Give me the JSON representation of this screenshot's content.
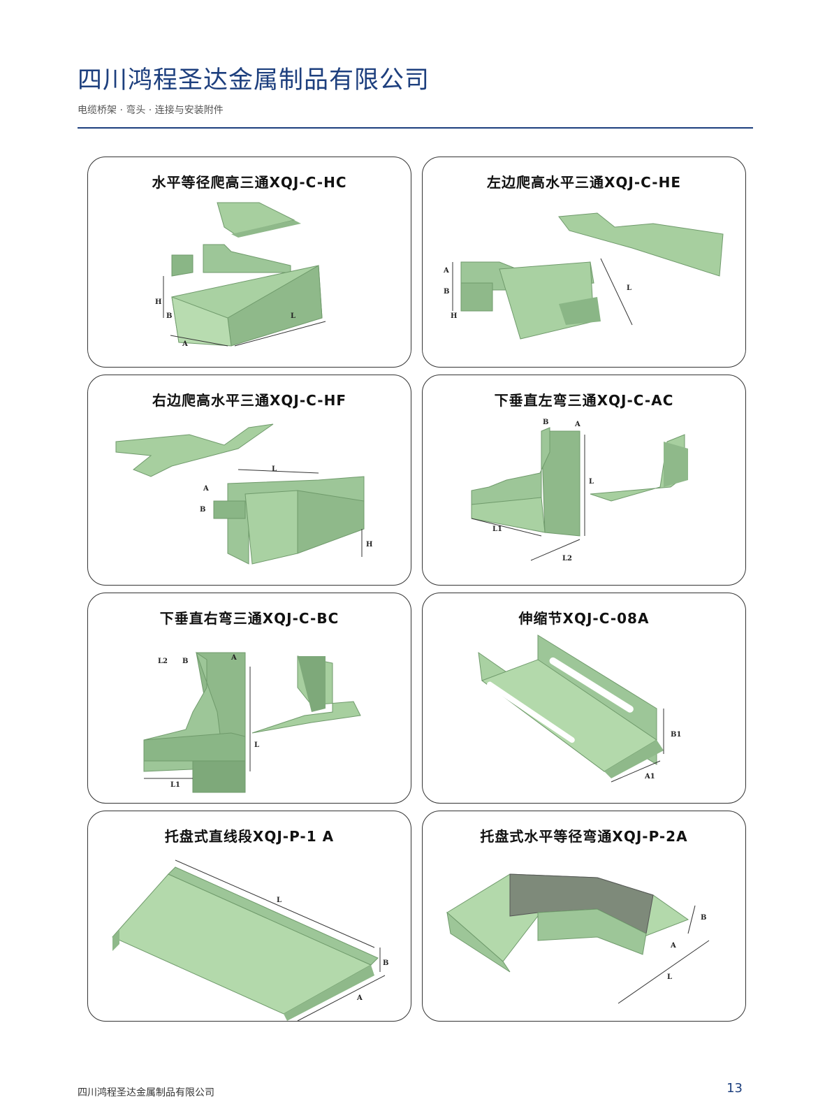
{
  "header": {
    "company": "四川鸿程圣达金属制品有限公司",
    "subtitle": "电缆桥架 · 弯头 · 连接与安装附件"
  },
  "products": [
    {
      "title": "水平等径爬高三通XQJ-C-HC",
      "dims": [
        "H",
        "B",
        "A",
        "L"
      ]
    },
    {
      "title": "左边爬高水平三通XQJ-C-HE",
      "dims": [
        "A",
        "B",
        "H",
        "L"
      ]
    },
    {
      "title": "右边爬高水平三通XQJ-C-HF",
      "dims": [
        "A",
        "B",
        "L",
        "H"
      ]
    },
    {
      "title": "下垂直左弯三通XQJ-C-AC",
      "dims": [
        "B",
        "A",
        "L",
        "L1",
        "L2"
      ]
    },
    {
      "title": "下垂直右弯三通XQJ-C-BC",
      "dims": [
        "L2",
        "B",
        "A",
        "L",
        "L1"
      ]
    },
    {
      "title": "伸缩节XQJ-C-08A",
      "dims": [
        "B1",
        "A1"
      ]
    },
    {
      "title": "托盘式直线段XQJ-P-1 A",
      "dims": [
        "L",
        "B",
        "A"
      ]
    },
    {
      "title": "托盘式水平等径弯通XQJ-P-2A",
      "dims": [
        "B",
        "A",
        "L"
      ]
    }
  ],
  "footer": {
    "company": "四川鸿程圣达金属制品有限公司",
    "page_number": "13"
  },
  "colors": {
    "brand": "#1d3f7e",
    "product_green": "#9ec79a",
    "product_green_dark": "#7ea97a"
  }
}
